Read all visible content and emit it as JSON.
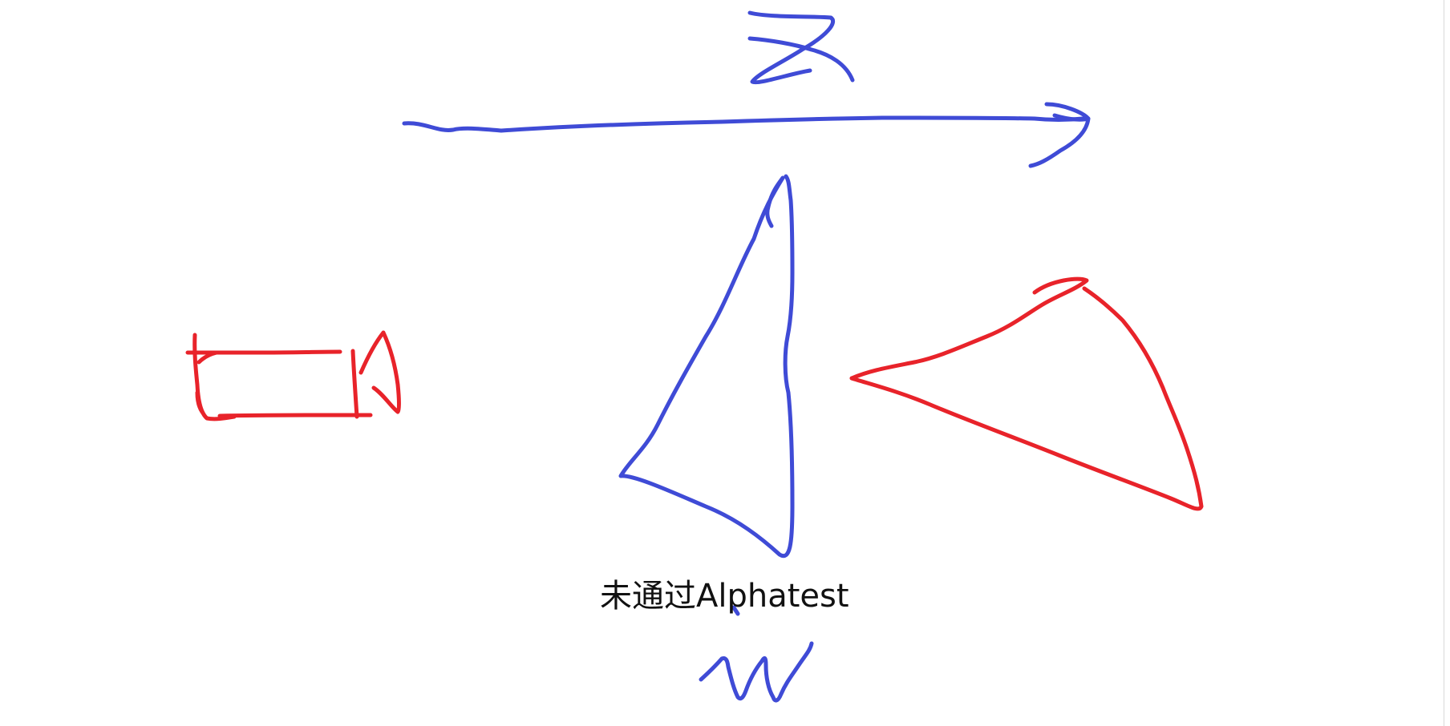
{
  "caption": "未通过Alphatest",
  "colors": {
    "background": "#ffffff",
    "blue_ink": "#3f4bd6",
    "red_ink": "#e8232a",
    "text": "#111111"
  },
  "strokes": [
    {
      "name": "axis-letter-z",
      "color": "blue"
    },
    {
      "name": "axis-arrow",
      "color": "blue"
    },
    {
      "name": "blue-triangle",
      "color": "blue"
    },
    {
      "name": "red-triangle",
      "color": "red"
    },
    {
      "name": "red-camera-sketch",
      "color": "red"
    },
    {
      "name": "axis-letter-w",
      "color": "blue"
    }
  ]
}
